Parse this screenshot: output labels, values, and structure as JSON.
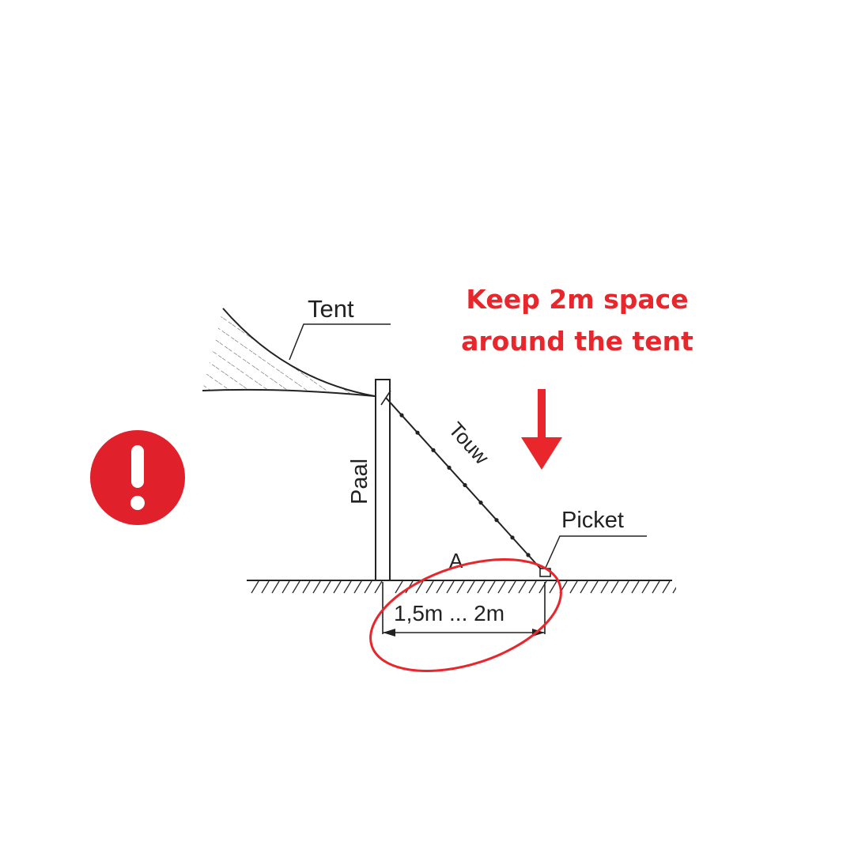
{
  "warning": {
    "line1": "Keep 2m space",
    "line2": "around the tent",
    "icon": "exclamation-circle-icon",
    "color": "#e8262b"
  },
  "diagram": {
    "labels": {
      "tent": "Tent",
      "pole": "Paal",
      "rope": "Touw",
      "stake": "Picket",
      "point": "A",
      "distance": "1,5m ... 2m"
    },
    "highlight_color": "#e8262b",
    "line_color": "#222222"
  }
}
